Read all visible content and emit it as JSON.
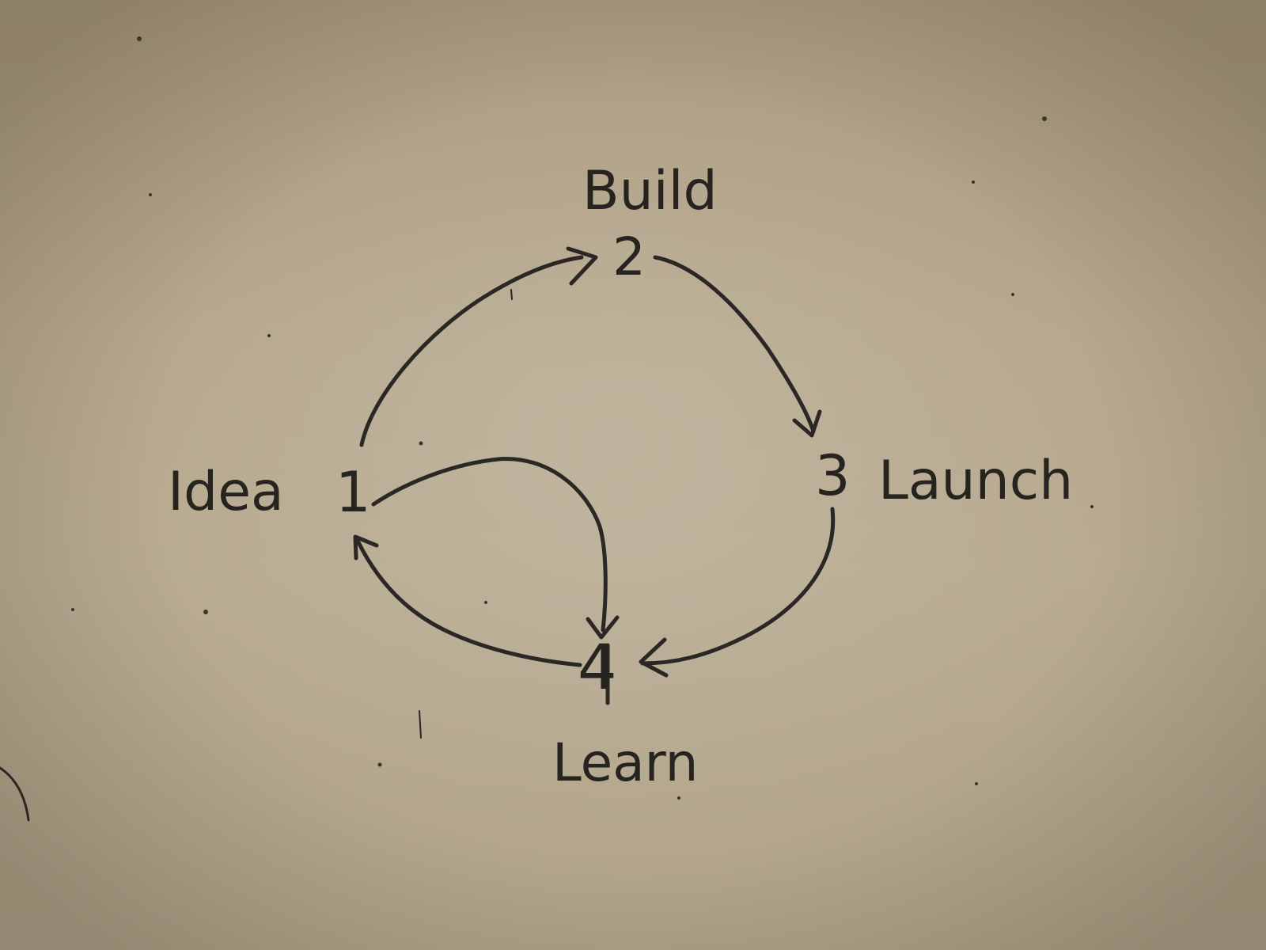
{
  "nodes": [
    {
      "id": "1",
      "number": "1",
      "label": "Idea"
    },
    {
      "id": "2",
      "number": "2",
      "label": "Build"
    },
    {
      "id": "3",
      "number": "3",
      "label": "Launch"
    },
    {
      "id": "4",
      "number": "4",
      "label": "Learn"
    }
  ],
  "edges": [
    {
      "from": "1",
      "to": "2"
    },
    {
      "from": "2",
      "to": "3"
    },
    {
      "from": "3",
      "to": "4"
    },
    {
      "from": "4",
      "to": "1"
    },
    {
      "from": "1",
      "to": "4"
    }
  ],
  "colors": {
    "ink": "#2a2724",
    "board": "#b8ab92"
  }
}
